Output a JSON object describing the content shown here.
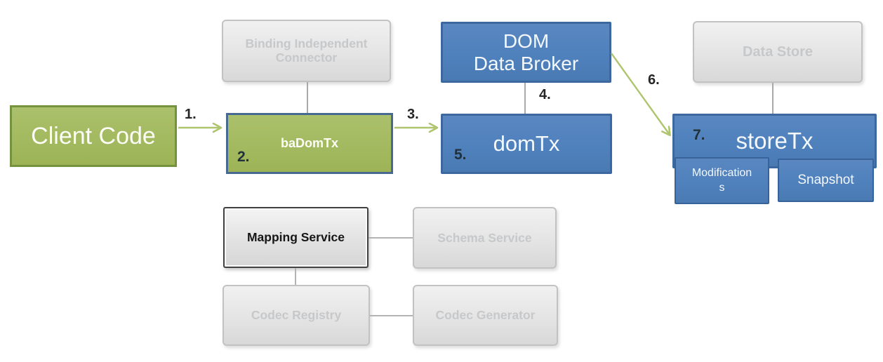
{
  "diagram": {
    "boxes": {
      "client_code": {
        "label": "Client Code"
      },
      "binding_connector": {
        "line1": "Binding Independent",
        "line2": "Connector"
      },
      "dom_data_broker": {
        "line1": "DOM",
        "line2": "Data Broker"
      },
      "data_store": {
        "label": "Data Store"
      },
      "ba_dom_tx": {
        "label": "baDomTx"
      },
      "dom_tx": {
        "label": "domTx"
      },
      "store_tx": {
        "label": "storeTx"
      },
      "modifications": {
        "label": "Modifications"
      },
      "snapshot": {
        "label": "Snapshot"
      },
      "mapping_service": {
        "label": "Mapping Service"
      },
      "schema_service": {
        "label": "Schema Service"
      },
      "codec_registry": {
        "label": "Codec Registry"
      },
      "codec_generator": {
        "label": "Codec Generator"
      }
    },
    "steps": {
      "s1": "1.",
      "s2": "2.",
      "s3": "3.",
      "s4": "4.",
      "s5": "5.",
      "s6": "6.",
      "s7": "7."
    },
    "colors": {
      "green_fill": "#a3b95f",
      "green_border": "#75923e",
      "blue_fill": "#4f81bd",
      "blue_border": "#3c689f",
      "badomtx_border": "#486a90",
      "arrow_green": "#aec46e",
      "gray_line": "#a9a9a9",
      "faded_text": "#c6c8ca",
      "step_text": "#262626"
    }
  }
}
